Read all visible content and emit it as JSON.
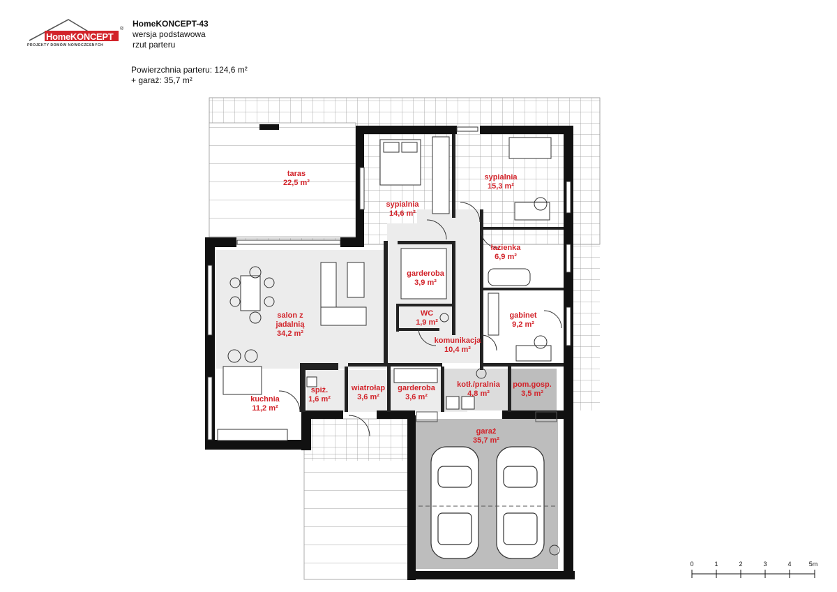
{
  "logo": {
    "brand_home": "Home",
    "brand_koncept": "KONCEPT",
    "registered": "®",
    "tagline": "PROJEKTY DOMÓW NOWOCZESNYCH"
  },
  "header": {
    "title": "HomeKONCEPT-43",
    "version": "wersja podstawowa",
    "view": "rzut parteru"
  },
  "areas": {
    "ground_floor": "Powierzchnia parteru: 124,6 m²",
    "garage": "+ garaż: 35,7 m²"
  },
  "rooms": {
    "taras": {
      "name": "taras",
      "area": "22,5 m²"
    },
    "sypialnia_1": {
      "name": "sypialnia",
      "area": "14,6 m²"
    },
    "sypialnia_2": {
      "name": "sypialnia",
      "area": "15,3 m²"
    },
    "lazienka": {
      "name": "łazienka",
      "area": "6,9 m²"
    },
    "garderoba_1": {
      "name": "garderoba",
      "area": "3,9 m²"
    },
    "salon": {
      "name_line1": "salon z",
      "name_line2": "jadalnią",
      "area": "34,2 m²"
    },
    "wc": {
      "name": "WC",
      "area": "1,9 m²"
    },
    "gabinet": {
      "name": "gabinet",
      "area": "9,2 m²"
    },
    "komunikacja": {
      "name": "komunikacja",
      "area": "10,4 m²"
    },
    "kuchnia": {
      "name": "kuchnia",
      "area": "11,2 m²"
    },
    "spiz": {
      "name": "spiż.",
      "area": "1,6 m²"
    },
    "wiatrolap": {
      "name": "wiatrołap",
      "area": "3,6 m²"
    },
    "garderoba_2": {
      "name": "garderoba",
      "area": "3,6 m²"
    },
    "kotlownia": {
      "name": "kotł./pralnia",
      "area": "4,8 m²"
    },
    "pom_gosp": {
      "name": "pom.gosp.",
      "area": "3,5 m²"
    },
    "garaz": {
      "name": "garaż",
      "area": "35,7 m²"
    }
  },
  "scale_bar": {
    "labels": [
      "0",
      "1",
      "2",
      "3",
      "4",
      "5m"
    ]
  },
  "colors": {
    "accent_red": "#d2232a",
    "wall": "#111111",
    "garage_fill": "#bdbdbd",
    "floor_fill": "#ececec",
    "grid": "#8a8a8a"
  }
}
